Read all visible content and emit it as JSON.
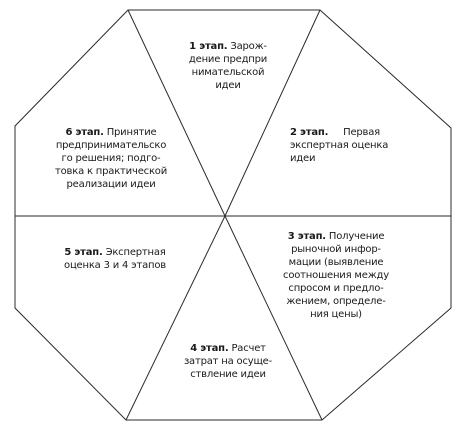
{
  "diagram": {
    "stages": [
      {
        "id": 1,
        "head": "1 этап.",
        "lines": [
          "Зарож-",
          "дение предпри",
          "нимательской",
          "идеи"
        ]
      },
      {
        "id": 2,
        "head": "2  этап.",
        "lines": [
          "Первая",
          "экспертная оценка",
          "идеи"
        ]
      },
      {
        "id": 3,
        "head": "3 этап.",
        "lines": [
          "Получение",
          "рыночной инфор-",
          "мации (выявление",
          "соотношения между",
          "спросом и предло-",
          "жением, определе-",
          "ния цены)"
        ]
      },
      {
        "id": 4,
        "head": "4 этап.",
        "lines": [
          "Расчет",
          "затрат на осуще-",
          "ствление идеи"
        ]
      },
      {
        "id": 5,
        "head": "5 этап.",
        "lines": [
          "Экспертная",
          "оценка 3 и 4 этапов"
        ]
      },
      {
        "id": 6,
        "head": "6 этап.",
        "lines": [
          "Принятие",
          "предпринимательско",
          "го решения; подго-",
          "товка к практической",
          "реализации идеи"
        ]
      }
    ]
  }
}
